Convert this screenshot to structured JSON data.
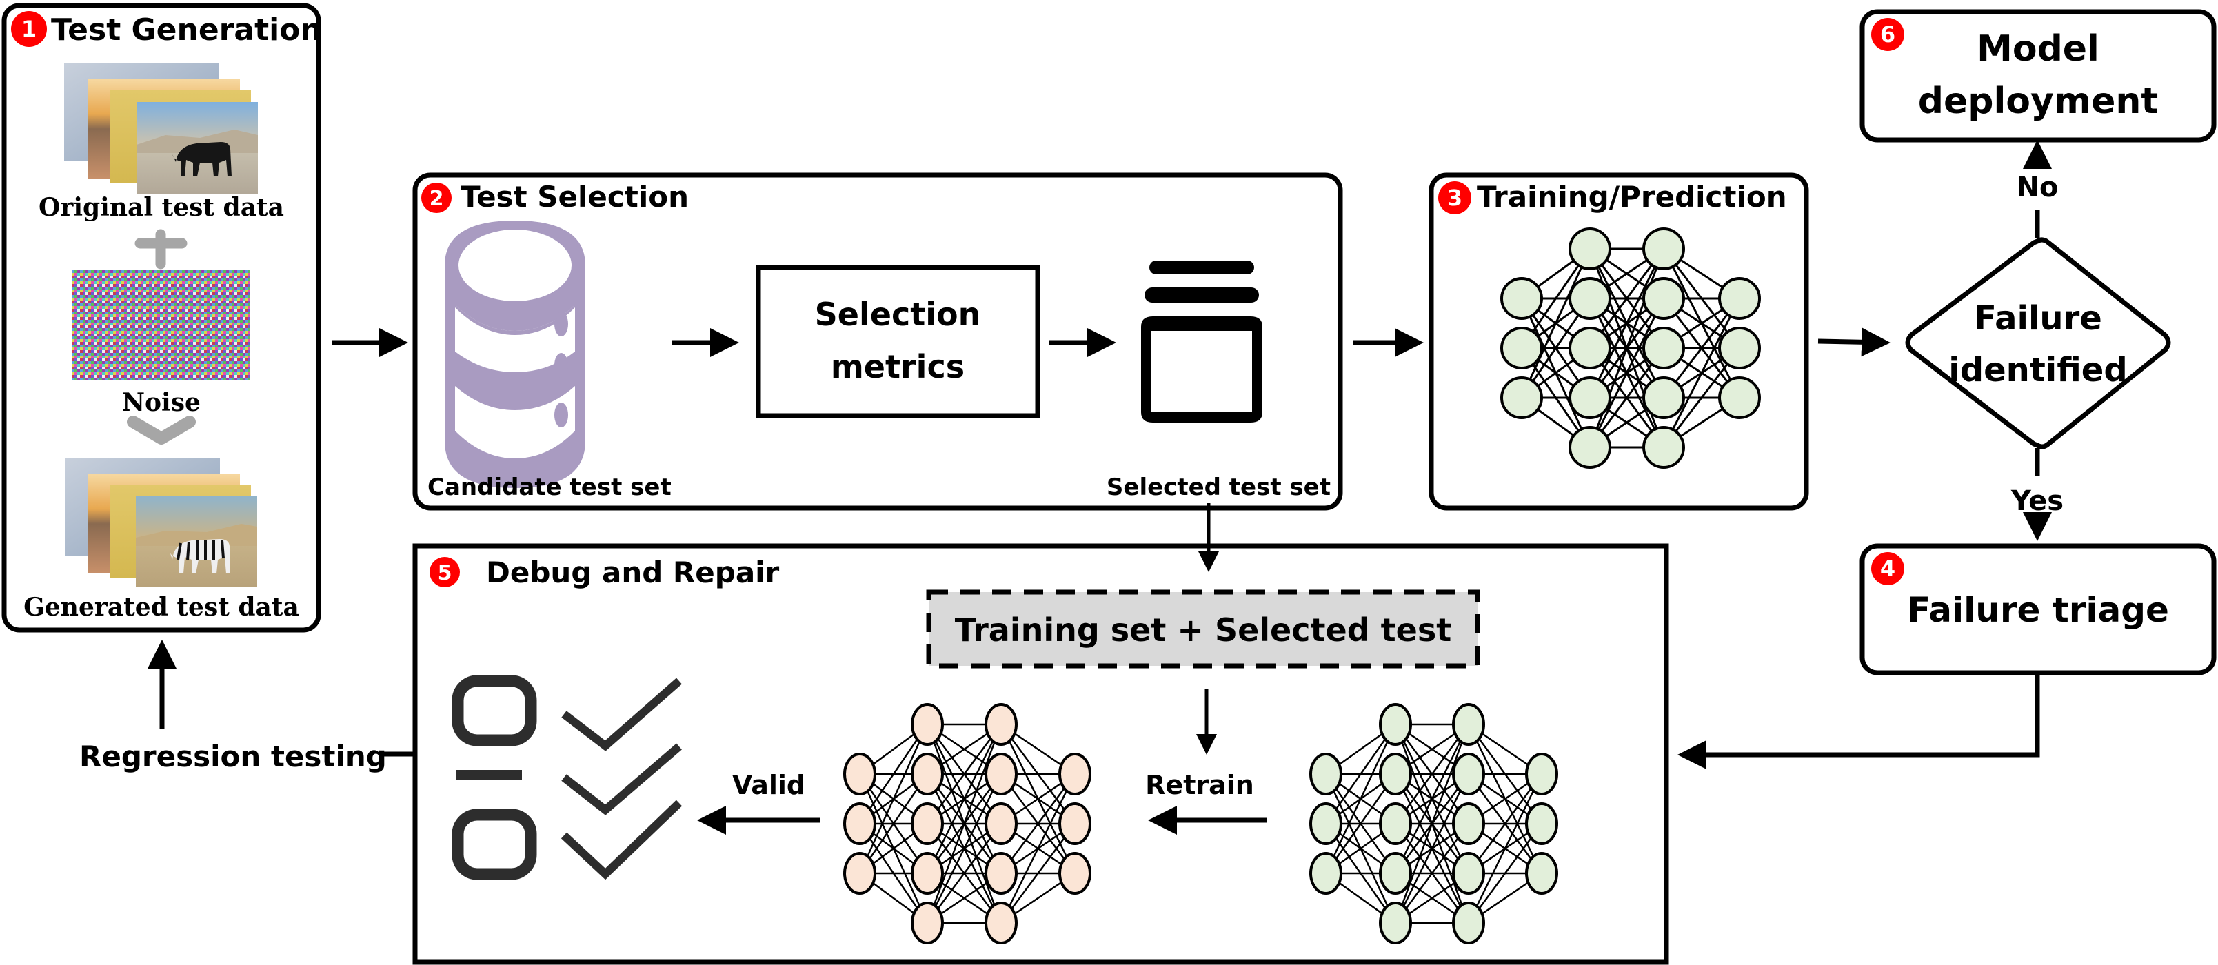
{
  "colors": {
    "badge": "#ff0000",
    "database": "#a99bc1",
    "node_green": "#e2efda",
    "node_peach": "#fbe5d6",
    "dashed_fill": "#d9d9d9",
    "checklist": "#2d2d2d",
    "gray_symbol": "#a6a6a6"
  },
  "stages": {
    "test_generation": {
      "badge": "1",
      "title": "Test Generation",
      "original_label": "Original test data",
      "noise_label": "Noise",
      "generated_label": "Generated test data",
      "original_image_subject": "horse",
      "generated_image_subject": "zebra"
    },
    "test_selection": {
      "badge": "2",
      "title": "Test Selection",
      "metrics_label_line1": "Selection",
      "metrics_label_line2": "metrics",
      "candidate_label": "Candidate test set",
      "selected_label": "Selected test set"
    },
    "training_prediction": {
      "badge": "3",
      "title": "Training/Prediction"
    },
    "failure_triage": {
      "badge": "4",
      "title": "Failure triage"
    },
    "debug_repair": {
      "badge": "5",
      "title": "Debug and Repair",
      "merged_data_label": "Training set + Selected test",
      "retrain_label": "Retrain",
      "valid_label": "Valid"
    },
    "model_deployment": {
      "badge": "6",
      "title_line1": "Model",
      "title_line2": "deployment"
    }
  },
  "decision": {
    "line1": "Failure",
    "line2": "identified",
    "no_label": "No",
    "yes_label": "Yes"
  },
  "regression_label": "Regression testing",
  "network_layers": [
    3,
    5,
    5,
    3
  ]
}
